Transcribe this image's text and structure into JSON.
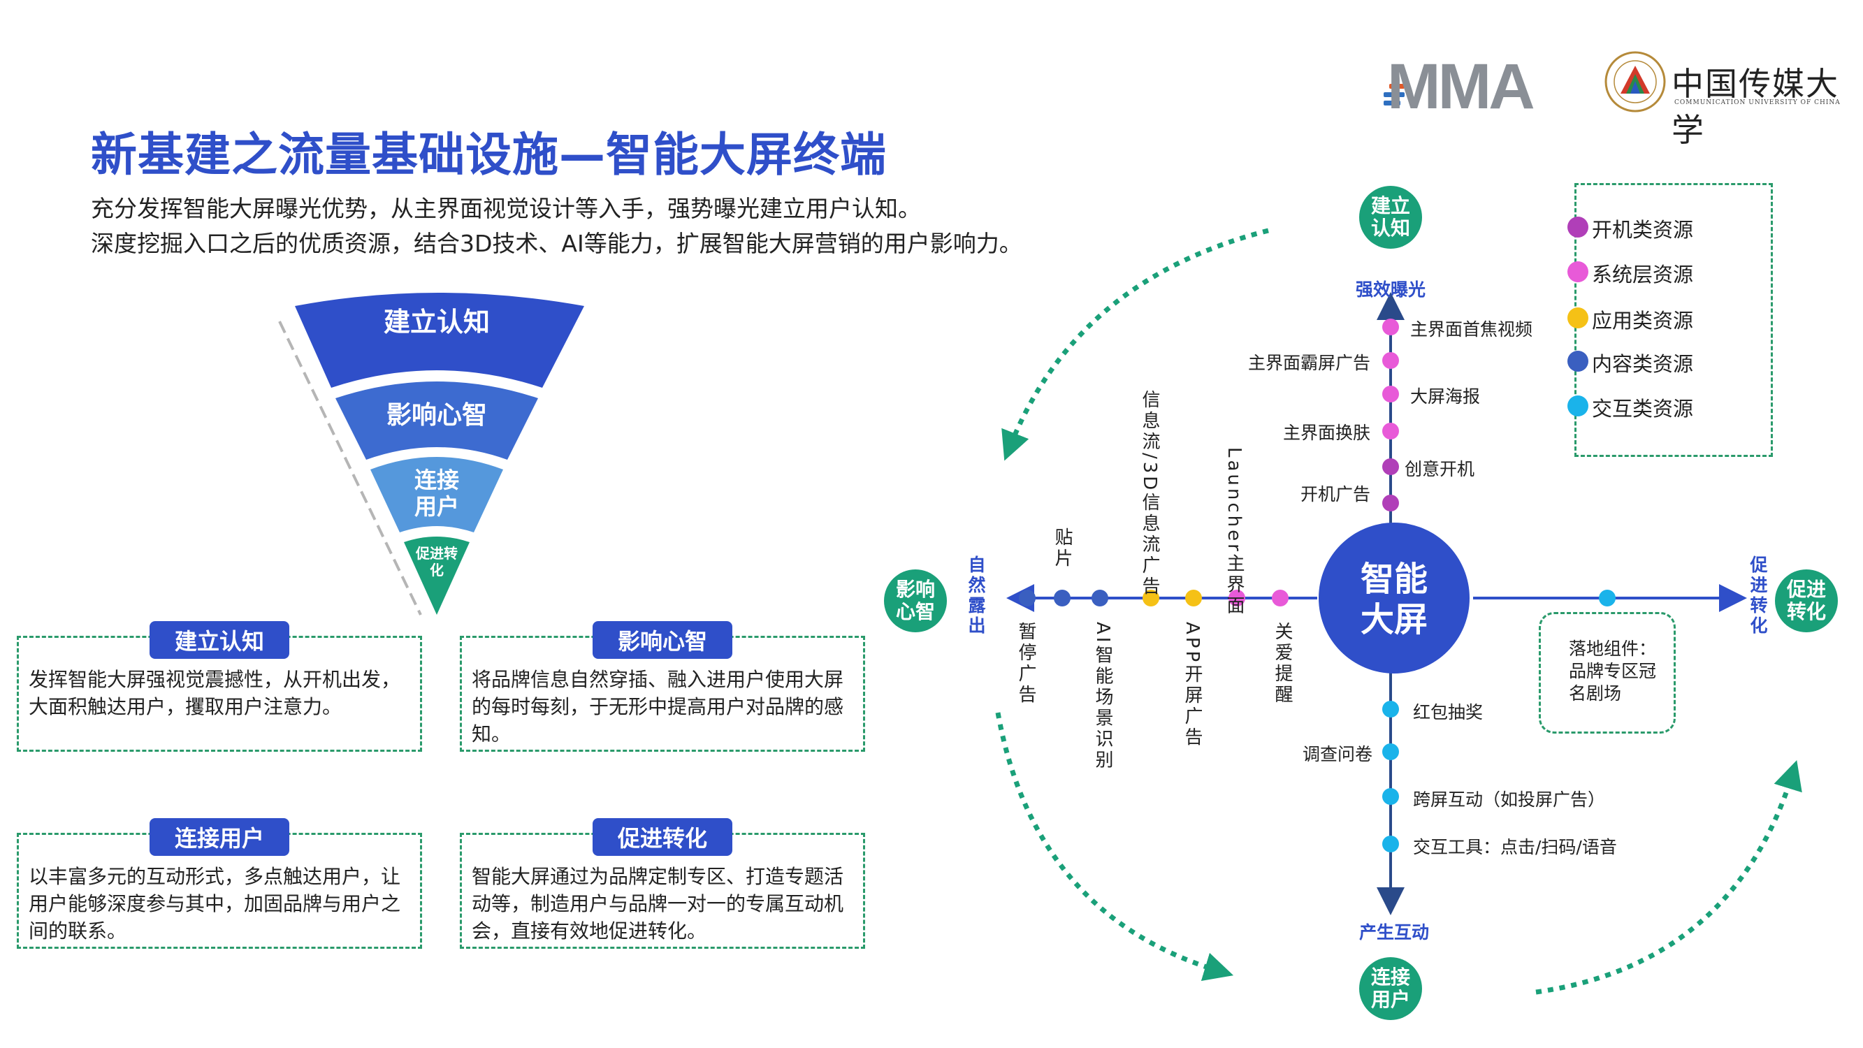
{
  "title": "新基建之流量基础设施—智能大屏终端",
  "subtitle_lines": [
    "充分发挥智能大屏曝光优势，从主界面视觉设计等入手，强势曝光建立用户认知。",
    "深度挖掘入口之后的优质资源，结合3D技术、AI等能力，扩展智能大屏营销的用户影响力。"
  ],
  "logos": {
    "mma": "MMA",
    "cuc_cn": "中国传媒大学",
    "cuc_en": "COMMUNICATION UNIVERSITY OF CHINA"
  },
  "funnel": [
    "建立认知",
    "影响心智",
    "连接用户",
    "促进转化"
  ],
  "boxes": [
    {
      "tag": "建立认知",
      "text": "发挥智能大屏强视觉震撼性，从开机出发，大面积触达用户，攫取用户注意力。"
    },
    {
      "tag": "影响心智",
      "text": "将品牌信息自然穿插、融入进用户使用大屏的每时每刻，于无形中提高用户对品牌的感知。"
    },
    {
      "tag": "连接用户",
      "text": "以丰富多元的互动形式，多点触达用户，让用户能够深度参与其中，加固品牌与用户之间的联系。"
    },
    {
      "tag": "促进转化",
      "text": "智能大屏通过为品牌定制专区、打造专题活动等，制造用户与品牌一对一的专属互动机会，直接有效地促进转化。"
    }
  ],
  "legend": [
    {
      "label": "开机类资源",
      "color": "#b03fb8"
    },
    {
      "label": "系统层资源",
      "color": "#e85ad8"
    },
    {
      "label": "应用类资源",
      "color": "#f5c116"
    },
    {
      "label": "内容类资源",
      "color": "#3a5fc0"
    },
    {
      "label": "交互类资源",
      "color": "#1ab3ea"
    }
  ],
  "center": {
    "line1": "智能",
    "line2": "大屏"
  },
  "stage_circles": {
    "top": "建立认知",
    "left": "影响心智",
    "right": "促进转化",
    "bottom": "连接用户"
  },
  "axis_labels": {
    "top": "强效曝光",
    "left": "自然露出",
    "right": "促进转化",
    "bottom": "产生互动"
  },
  "up_items": [
    "主界面首焦视频",
    "主界面霸屏广告",
    "大屏海报",
    "主界面换肤",
    "创意开机",
    "开机广告"
  ],
  "left_items_top": [
    "贴片",
    "信息流/3D信息流广告",
    "Launcher主界面"
  ],
  "left_items_bottom": [
    "暂停广告",
    "AI智能场景识别",
    "APP开屏广告",
    "关爱提醒"
  ],
  "down_items": [
    "红包抽奖",
    "调查问卷",
    "跨屏互动（如投屏广告）",
    "交互工具：点击/扫码/语音"
  ],
  "right_box": "落地组件：品牌专区冠名剧场"
}
